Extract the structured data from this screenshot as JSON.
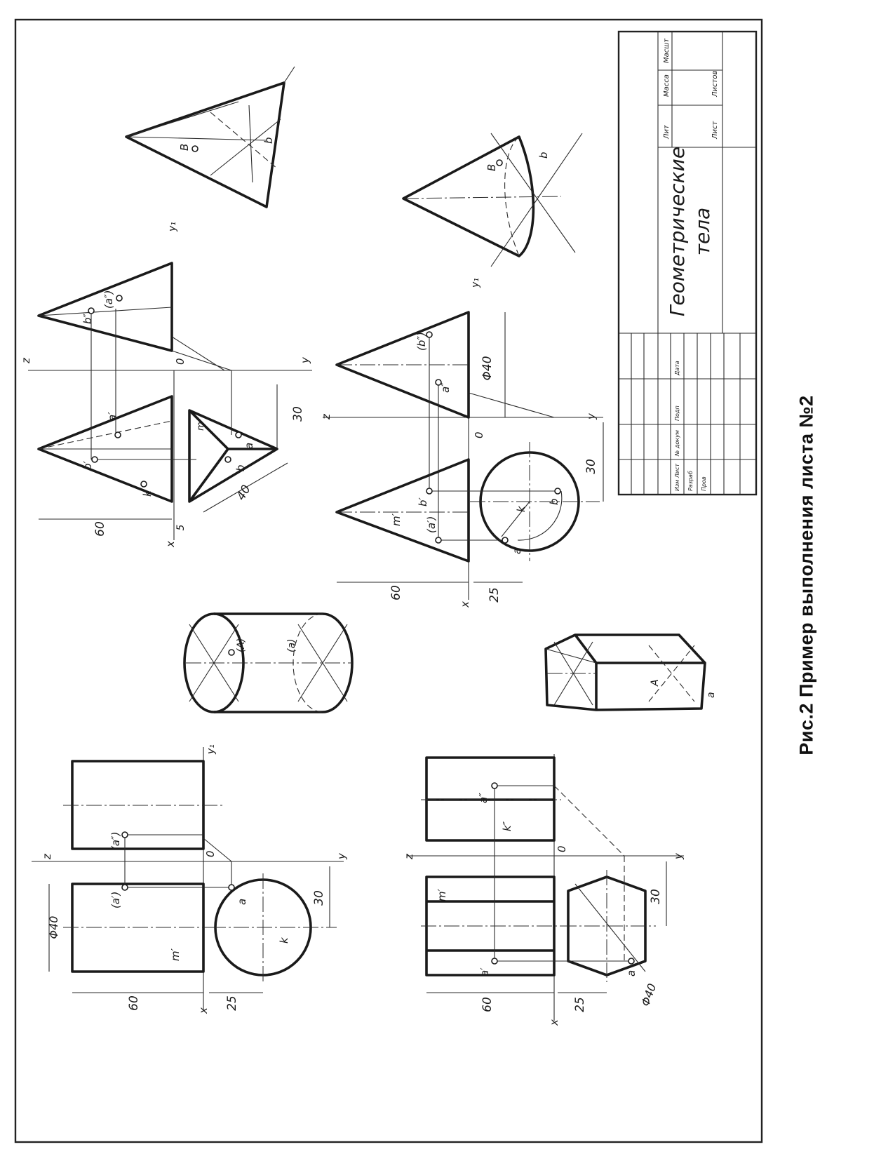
{
  "figure": {
    "caption": "Рис.2 Пример выполнения листа №2",
    "colors": {
      "ink": "#1a1a1a",
      "paper": "#ffffff"
    }
  },
  "title_block": {
    "title_line1": "Геометрические",
    "title_line2": "тела",
    "col_lit": "Лит",
    "col_mass": "Масса",
    "col_scale": "Масшт",
    "col_sheet": "Лист",
    "col_sheets": "Листов",
    "row_izm": "Изм Лист",
    "row_doc": "№ докум",
    "row_sign": "Подп",
    "row_date": "Дата",
    "row_razrab": "Разраб",
    "row_prov": "Пров"
  },
  "drawings": {
    "pyramid": {
      "axis_z": "z",
      "axis_x": "x",
      "axis_y": "y",
      "axis_y1": "y₁",
      "origin": "0",
      "dim_height": "60",
      "dim_side": "40",
      "dim_offset": "30",
      "dim_small": "5",
      "pt_b1": "b′",
      "pt_a1": "a′",
      "pt_b2": "b″",
      "pt_a2": "(a″)",
      "pt_b": "b",
      "pt_a": "a",
      "pt_k": "k",
      "pt_m": "m",
      "pt_iso_b": "B",
      "pt_iso_b_small": "b"
    },
    "cone": {
      "axis_z": "z",
      "axis_x": "x",
      "axis_y": "y",
      "axis_y1": "y₁",
      "origin": "0",
      "dim_height": "60",
      "dim_offset": "25",
      "dim_y": "30",
      "dim_diam": "Φ40",
      "pt_m1": "m′",
      "pt_b1": "b′",
      "pt_a1": "(a′)",
      "pt_b2": "(b″)",
      "pt_a2": "a″",
      "pt_k": "k",
      "pt_b": "b",
      "pt_a": "a",
      "pt_iso_b": "B",
      "pt_iso_b_small": "b"
    },
    "cylinder": {
      "axis_z": "z",
      "axis_x": "x",
      "axis_y": "y",
      "axis_y1": "y₁",
      "origin": "0",
      "dim_diam": "Φ40",
      "dim_height": "60",
      "dim_offset": "25",
      "dim_y": "30",
      "pt_a1": "(a′)",
      "pt_a2": "(a″)",
      "pt_m1": "m′",
      "pt_a": "a",
      "pt_k": "k",
      "pt_iso_A": "(A)",
      "pt_iso_a": "(a)"
    },
    "prism": {
      "axis_z": "z",
      "axis_x": "x",
      "axis_y": "y",
      "origin": "0",
      "dim_height": "60",
      "dim_offset": "25",
      "dim_y": "30",
      "dim_diam": "Φ40",
      "pt_m1": "m′",
      "pt_a1": "a′",
      "pt_a2": "a″",
      "pt_k2": "k″",
      "pt_a": "a",
      "pt_iso_A": "A",
      "pt_iso_a": "a"
    }
  }
}
